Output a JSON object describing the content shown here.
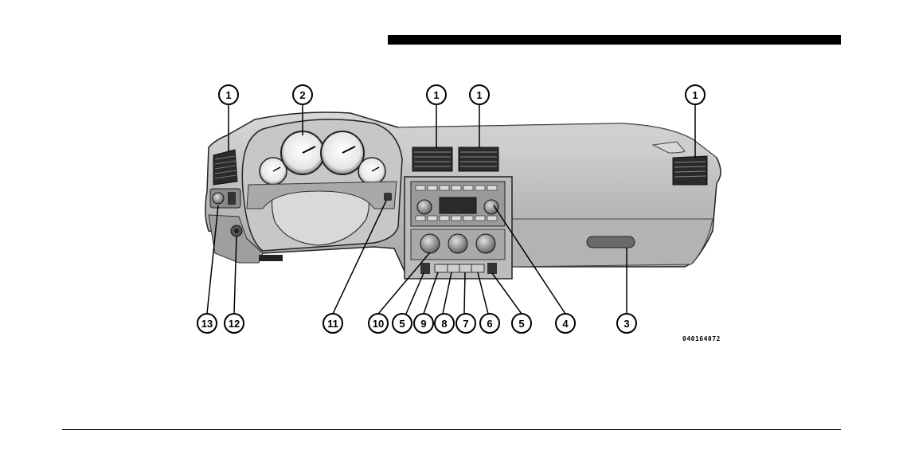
{
  "figure": {
    "id_code": "040164072",
    "callouts": [
      {
        "label": "1",
        "target": "left-outboard-air-vent"
      },
      {
        "label": "2",
        "target": "instrument-cluster"
      },
      {
        "label": "1",
        "target": "center-air-vent-left"
      },
      {
        "label": "1",
        "target": "center-air-vent-right"
      },
      {
        "label": "1",
        "target": "right-outboard-air-vent"
      },
      {
        "label": "13",
        "target": "headlamp-switch"
      },
      {
        "label": "12",
        "target": "power-outlet"
      },
      {
        "label": "11",
        "target": "ignition-switch"
      },
      {
        "label": "10",
        "target": "climate-control"
      },
      {
        "label": "5",
        "target": "switch-left"
      },
      {
        "label": "9",
        "target": "switch-panel"
      },
      {
        "label": "8",
        "target": "switch-panel"
      },
      {
        "label": "7",
        "target": "switch-panel"
      },
      {
        "label": "6",
        "target": "switch-panel"
      },
      {
        "label": "5",
        "target": "switch-right"
      },
      {
        "label": "4",
        "target": "radio"
      },
      {
        "label": "3",
        "target": "glove-box"
      }
    ]
  }
}
